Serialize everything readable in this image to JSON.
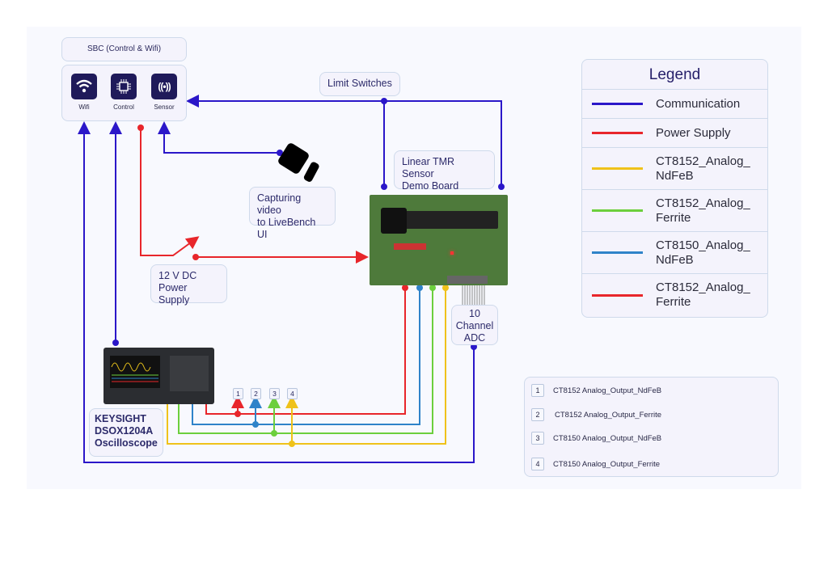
{
  "sbc": {
    "title": "SBC (Control & Wifi)",
    "items": [
      {
        "label": "Wifi",
        "icon": "wifi-icon"
      },
      {
        "label": "Control",
        "icon": "chip-icon"
      },
      {
        "label": "Sensor",
        "icon": "sensor-icon"
      }
    ]
  },
  "labels": {
    "limit_switches": "Limit Switches",
    "board_line1": "Linear TMR Sensor",
    "board_line2": "Demo Board",
    "camera_line1": "Capturing video",
    "camera_line2": "to LiveBench UI",
    "power_line1": "12 V DC",
    "power_line2": "Power Supply",
    "adc_line1": "10",
    "adc_line2": "Channel",
    "adc_line3": "ADC",
    "scope_line1": "KEYSIGHT",
    "scope_line2": "DSOX1204A",
    "scope_line3": "Oscilloscope"
  },
  "legend": {
    "title": "Legend",
    "items": [
      {
        "label": "Communication",
        "color": "#2b17c9"
      },
      {
        "label": "Power Supply",
        "color": "#e8262b"
      },
      {
        "label": "CT8152_Analog_\nNdFeB",
        "line1": "CT8152_Analog_",
        "line2": "NdFeB",
        "color": "#efc21a"
      },
      {
        "label": "CT8152_Analog_\nFerrite",
        "line1": "CT8152_Analog_",
        "line2": "Ferrite",
        "color": "#6ccf3d"
      },
      {
        "label": "CT8150_Analog_\nNdFeB",
        "line1": "CT8150_Analog_",
        "line2": "NdFeB",
        "color": "#2f83c9"
      },
      {
        "label": "CT8152_Analog_\nFerrite",
        "line1": "CT8152_Analog_",
        "line2": "Ferrite",
        "color": "#e8262b"
      }
    ]
  },
  "channels": [
    {
      "num": "1",
      "text": "CT8152 Analog_Output_NdFeB"
    },
    {
      "num": "2",
      "text": "CT8152 Analog_Output_Ferrite"
    },
    {
      "num": "3",
      "text": "CT8150 Analog_Output_NdFeB"
    },
    {
      "num": "4",
      "text": "CT8150 Analog_Output_Ferrite"
    }
  ],
  "colors": {
    "communication": "#2b17c9",
    "power": "#e8262b",
    "yellow": "#efc21a",
    "green": "#6ccf3d",
    "blue": "#2f83c9",
    "red": "#e8262b"
  }
}
